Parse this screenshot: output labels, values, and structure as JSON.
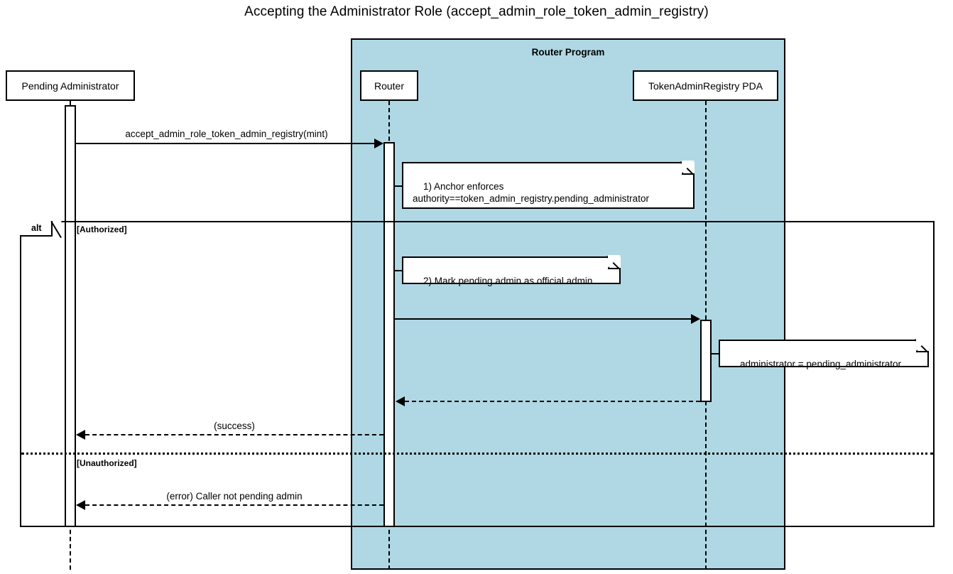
{
  "diagram": {
    "title": "Accepting the Administrator Role (accept_admin_role_token_admin_registry)",
    "type": "uml-sequence-diagram",
    "colors": {
      "group_fill": "#b0d8e4",
      "stroke": "#000000",
      "background": "#ffffff"
    }
  },
  "group": {
    "label": "Router Program"
  },
  "participants": [
    {
      "id": "pending_admin",
      "label": "Pending Administrator"
    },
    {
      "id": "router",
      "label": "Router"
    },
    {
      "id": "registry",
      "label": "TokenAdminRegistry PDA"
    }
  ],
  "messages": [
    {
      "id": "m1",
      "label": "accept_admin_role_token_admin_registry(mint)",
      "from": "pending_admin",
      "to": "router",
      "style": "solid"
    },
    {
      "id": "m2",
      "label": "",
      "from": "router",
      "to": "registry",
      "style": "solid"
    },
    {
      "id": "m3",
      "label": "",
      "from": "registry",
      "to": "router",
      "style": "dashed"
    },
    {
      "id": "m4",
      "label": "(success)",
      "from": "router",
      "to": "pending_admin",
      "style": "dashed"
    },
    {
      "id": "m5",
      "label": "(error) Caller not pending admin",
      "from": "router",
      "to": "pending_admin",
      "style": "dashed"
    }
  ],
  "notes": [
    {
      "id": "note1",
      "text": "1) Anchor enforces\nauthority==token_admin_registry.pending_administrator",
      "attached_to": "router"
    },
    {
      "id": "note2",
      "text": "2) Mark pending admin as official admin",
      "attached_to": "router"
    },
    {
      "id": "note3",
      "text": "administrator = pending_administrator",
      "attached_to": "registry"
    }
  ],
  "fragment": {
    "operator": "alt",
    "branches": [
      {
        "condition": "[Authorized]"
      },
      {
        "condition": "[Unauthorized]"
      }
    ]
  }
}
